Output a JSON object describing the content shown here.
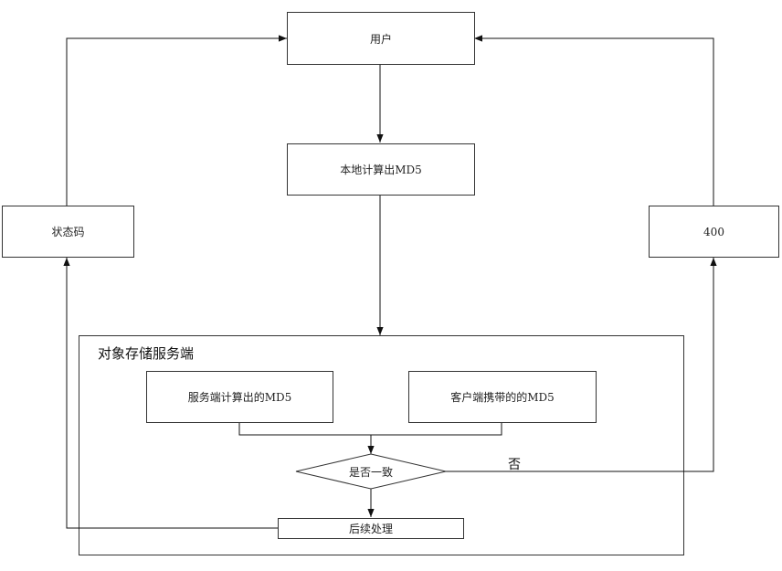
{
  "nodes": {
    "user": "用户",
    "local_md5": "本地计算出MD5",
    "status_code": "状态码",
    "error_400": "400",
    "server_md5": "服务端计算出的MD5",
    "client_md5": "客户端携带的的MD5",
    "decision": "是否一致",
    "follow_up": "后续处理"
  },
  "container": {
    "title": "对象存储服务端"
  },
  "edges": {
    "no_label": "否"
  }
}
